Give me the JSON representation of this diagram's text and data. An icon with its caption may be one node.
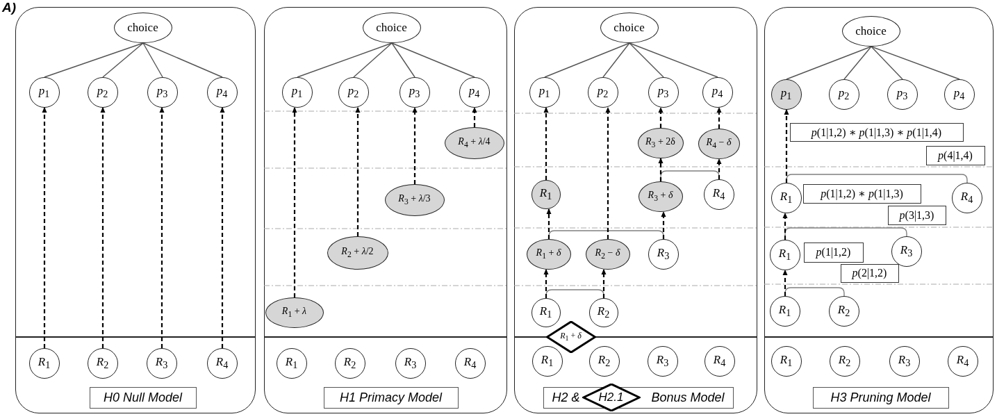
{
  "diagram": {
    "nodes": [
      {
        "text": [],
        "shape": "box"
      },
      {
        "text": [
          "choice"
        ],
        "in": 0
      },
      {
        "text": [
          "*p*$_{1}$"
        ],
        "in": 0
      },
      {
        "text": [
          "*p*$_{2}$"
        ],
        "in": 0
      },
      {
        "text": [
          "*p*$_{3}$"
        ],
        "in": 0
      },
      {
        "text": [
          "*p*$_{4}$"
        ],
        "in": 0
      },
      {
        "text": [
          "*R*$_{1}$"
        ],
        "in": 0
      },
      {
        "text": [
          "*R*$_{2}$"
        ],
        "in": 0
      },
      {
        "text": [
          "*R*$_{3}$"
        ],
        "in": 0
      },
      {
        "text": [
          "*R*$_{4}$"
        ],
        "in": 0
      },
      {
        "text": [
          "H0 Null Model"
        ],
        "in": 0
      },
      {
        "text": [],
        "shape": "box"
      },
      {
        "text": [
          "choice"
        ],
        "in": 11
      },
      {
        "text": [
          "*p*$_{1}$"
        ],
        "in": 11
      },
      {
        "text": [
          "*p*$_{2}$"
        ],
        "in": 11
      },
      {
        "text": [
          "*p*$_{3}$"
        ],
        "in": 11
      },
      {
        "text": [
          "*p*$_{4}$"
        ],
        "in": 11
      },
      {
        "text": [
          "*R*$_{1}$ + *λ*"
        ],
        "in": 11
      },
      {
        "text": [
          "*R*$_{2}$ + *λ*/2"
        ],
        "in": 11
      },
      {
        "text": [
          "*R*$_{3}$ + *λ*/3"
        ],
        "in": 11
      },
      {
        "text": [
          "*R*$_{4}$ + *λ*/4"
        ],
        "in": 11
      },
      {
        "text": [
          "*R*$_{1}$"
        ],
        "in": 11
      },
      {
        "text": [
          "*R*$_{2}$"
        ],
        "in": 11
      },
      {
        "text": [
          "*R*$_{3}$"
        ],
        "in": 11
      },
      {
        "text": [
          "*R*$_{4}$"
        ],
        "in": 11
      },
      {
        "text": [
          "H1 Primacy Model"
        ],
        "in": 11
      },
      {
        "text": [],
        "shape": "box"
      },
      {
        "text": [
          "choice"
        ],
        "in": 26
      },
      {
        "text": [
          "*p*$_{1}$"
        ],
        "in": 26
      },
      {
        "text": [
          "*p*$_{2}$"
        ],
        "in": 26
      },
      {
        "text": [
          "*p*$_{3}$"
        ],
        "in": 26
      },
      {
        "text": [
          "*p*$_{4}$"
        ],
        "in": 26
      },
      {
        "text": [
          "*R*$_{3}$ + 2δ"
        ],
        "in": 26
      },
      {
        "text": [
          "*R*$_{4}$ − *δ*"
        ],
        "in": 26
      },
      {
        "text": [
          "*R*$_{1}$"
        ],
        "in": 26
      },
      {
        "text": [
          "*R*$_{3}$ + *δ*"
        ],
        "in": 26
      },
      {
        "text": [
          "*R*$_{4}$"
        ],
        "in": 26
      },
      {
        "text": [
          "*R*$_{1}$ + *δ*"
        ],
        "in": 26
      },
      {
        "text": [
          "*R*$_{2}$ − *δ*"
        ],
        "in": 26
      },
      {
        "text": [
          "*R*$_{3}$"
        ],
        "in": 26
      },
      {
        "text": [
          "*R*$_{1}$"
        ],
        "in": 26
      },
      {
        "text": [
          "*R*$_{2}$"
        ],
        "in": 26
      },
      {
        "text": [
          "*R*$_{1}$ + *δ*"
        ],
        "in": 26
      },
      {
        "text": [
          "*R*$_{1}$"
        ],
        "in": 26
      },
      {
        "text": [
          "*R*$_{2}$"
        ],
        "in": 26
      },
      {
        "text": [
          "*R*$_{3}$"
        ],
        "in": 26
      },
      {
        "text": [
          "*R*$_{4}$"
        ],
        "in": 26
      },
      {
        "text": [
          "H2 &",
          "Bonus Model"
        ],
        "in": 26
      },
      {
        "text": [
          "H2.1"
        ],
        "in": 26
      },
      {
        "text": [],
        "shape": "box"
      },
      {
        "text": [
          "choice"
        ],
        "in": 49
      },
      {
        "text": [
          "*p*$_{1}$"
        ],
        "in": 49
      },
      {
        "text": [
          "*p*$_{2}$"
        ],
        "in": 49
      },
      {
        "text": [
          "*p*$_{3}$"
        ],
        "in": 49
      },
      {
        "text": [
          "*p*$_{4}$"
        ],
        "in": 49
      },
      {
        "text": [
          "*p*(1|1,2) ∗ *p*(1|1,3) ∗ *p*(1|1,4)"
        ],
        "in": 49
      },
      {
        "text": [
          "*p*(4|1,4)"
        ],
        "in": 49
      },
      {
        "text": [
          "*R*$_{1}$"
        ],
        "in": 49
      },
      {
        "text": [
          "*p*(1|1,2) ∗ *p*(1|1,3)"
        ],
        "in": 49
      },
      {
        "text": [
          "*R*$_{4}$"
        ],
        "in": 49
      },
      {
        "text": [
          "*p*(3|1,3)"
        ],
        "in": 49
      },
      {
        "text": [
          "*R*$_{1}$"
        ],
        "in": 49
      },
      {
        "text": [
          "*p*(1|1,2)"
        ],
        "in": 49
      },
      {
        "text": [
          "*R*$_{3}$"
        ],
        "in": 49
      },
      {
        "text": [
          "*p*(2|1,2)"
        ],
        "in": 49
      },
      {
        "text": [
          "*R*$_{1}$"
        ],
        "in": 49
      },
      {
        "text": [
          "*R*$_{2}$"
        ],
        "in": 49
      },
      {
        "text": [
          "*R*$_{1}$"
        ],
        "in": 49
      },
      {
        "text": [
          "*R*$_{2}$"
        ],
        "in": 49
      },
      {
        "text": [
          "*R*$_{3}$"
        ],
        "in": 49
      },
      {
        "text": [
          "*R*$_{4}$"
        ],
        "in": 49
      },
      {
        "text": [
          "H3 Pruning Model"
        ],
        "in": 49
      }
    ],
    "edges": [
      {
        "from": 1,
        "to": 2,
        "arrow": "none",
        "color": "#555555"
      },
      {
        "from": 1,
        "to": 3,
        "arrow": "none",
        "color": "#555555"
      },
      {
        "from": 1,
        "to": 4,
        "arrow": "none",
        "color": "#555555"
      },
      {
        "from": 1,
        "to": 5,
        "arrow": "none",
        "color": "#555555"
      },
      {
        "from": 6,
        "to": 2,
        "arrow": "to",
        "style": "dashed"
      },
      {
        "from": 7,
        "to": 3,
        "arrow": "to",
        "style": "dashed"
      },
      {
        "from": 8,
        "to": 4,
        "arrow": "to",
        "style": "dashed"
      },
      {
        "from": 9,
        "to": 5,
        "arrow": "to",
        "style": "dashed"
      },
      {
        "from": 12,
        "to": 13,
        "arrow": "none",
        "color": "#555555"
      },
      {
        "from": 12,
        "to": 14,
        "arrow": "none",
        "color": "#555555"
      },
      {
        "from": 12,
        "to": 15,
        "arrow": "none",
        "color": "#555555"
      },
      {
        "from": 12,
        "to": 16,
        "arrow": "none",
        "color": "#555555"
      },
      {
        "from": 17,
        "to": 13,
        "arrow": "to",
        "style": "dashed"
      },
      {
        "from": 18,
        "to": 14,
        "arrow": "to",
        "style": "dashed"
      },
      {
        "from": 19,
        "to": 15,
        "arrow": "to",
        "style": "dashed"
      },
      {
        "from": 20,
        "to": 16,
        "arrow": "to",
        "style": "dashed"
      },
      {
        "from": 27,
        "to": 28,
        "arrow": "none",
        "color": "#555555"
      },
      {
        "from": 27,
        "to": 29,
        "arrow": "none",
        "color": "#555555"
      },
      {
        "from": 27,
        "to": 30,
        "arrow": "none",
        "color": "#555555"
      },
      {
        "from": 27,
        "to": 31,
        "arrow": "none",
        "color": "#555555"
      },
      {
        "from": 40,
        "to": 41,
        "arrow": "none",
        "color": "#808080"
      },
      {
        "from": 40,
        "to": 37,
        "arrow": "to",
        "style": "dashed"
      },
      {
        "from": 41,
        "to": 38,
        "arrow": "to",
        "style": "dashed"
      },
      {
        "from": 37,
        "to": 39,
        "arrow": "none",
        "color": "#808080"
      },
      {
        "from": 37,
        "to": 34,
        "arrow": "to",
        "style": "dashed"
      },
      {
        "from": 38,
        "to": 29,
        "arrow": "to",
        "style": "dashed"
      },
      {
        "from": 39,
        "to": 35,
        "arrow": "to",
        "style": "dashed"
      },
      {
        "from": 34,
        "to": 28,
        "arrow": "to",
        "style": "dashed"
      },
      {
        "from": 35,
        "to": 36,
        "arrow": "none",
        "color": "#808080"
      },
      {
        "from": 35,
        "to": 32,
        "arrow": "to",
        "style": "dashed"
      },
      {
        "from": 36,
        "to": 33,
        "arrow": "to",
        "style": "dashed"
      },
      {
        "from": 32,
        "to": 30,
        "arrow": "to",
        "style": "dashed"
      },
      {
        "from": 33,
        "to": 31,
        "arrow": "to",
        "style": "dashed"
      },
      {
        "from": 50,
        "to": 51,
        "arrow": "none",
        "color": "#555555"
      },
      {
        "from": 50,
        "to": 52,
        "arrow": "none",
        "color": "#555555"
      },
      {
        "from": 50,
        "to": 53,
        "arrow": "none",
        "color": "#555555"
      },
      {
        "from": 50,
        "to": 54,
        "arrow": "none",
        "color": "#555555"
      },
      {
        "from": 65,
        "to": 66,
        "arrow": "none",
        "color": "#808080"
      },
      {
        "from": 65,
        "to": 61,
        "arrow": "to",
        "style": "dashed"
      },
      {
        "from": 61,
        "to": 63,
        "arrow": "none",
        "color": "#808080"
      },
      {
        "from": 61,
        "to": 57,
        "arrow": "to",
        "style": "dashed"
      },
      {
        "from": 57,
        "to": 59,
        "arrow": "none",
        "color": "#808080"
      },
      {
        "from": 57,
        "to": 51,
        "arrow": "to",
        "style": "dashed"
      }
    ],
    "labels": [
      "A)"
    ]
  }
}
